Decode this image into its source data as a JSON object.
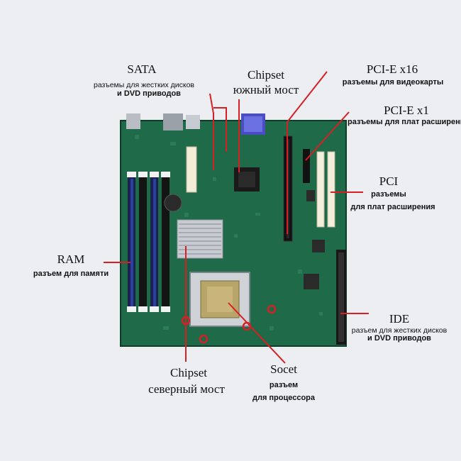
{
  "labels": {
    "sata": {
      "title": "SATA",
      "line1": "разъемы для жестких дисков",
      "line2": "и DVD приводов"
    },
    "chipset_south": {
      "title": "Chipset",
      "subtitle": "южный мост"
    },
    "pcie16": {
      "title": "PCI-E x16",
      "subtitle": "разъемы для видеокарты"
    },
    "pcie1": {
      "title": "PCI-E x1",
      "subtitle": "разъемы для плат расширения"
    },
    "pci": {
      "title": "PCI",
      "line1": "разъемы",
      "line2": "для плат расширения"
    },
    "ram": {
      "title": "RAM",
      "subtitle": "разъем для памяти"
    },
    "ide": {
      "title": "IDE",
      "line1": "разъем для жестких дисков",
      "line2": "и DVD приводов"
    },
    "chipset_north": {
      "title": "Chipset",
      "subtitle": "северный мост"
    },
    "socket": {
      "title": "Socet",
      "line1": "разъем",
      "line2": "для процессора"
    }
  },
  "colors": {
    "background": "#eceef2",
    "board": "#1e6a48",
    "pointer": "#d81f26",
    "text": "#111111"
  },
  "icons": [
    "motherboard-photo",
    "ram-slot",
    "cpu-socket",
    "heatsink",
    "pci-slot",
    "pcie-slot",
    "ide-connector"
  ]
}
